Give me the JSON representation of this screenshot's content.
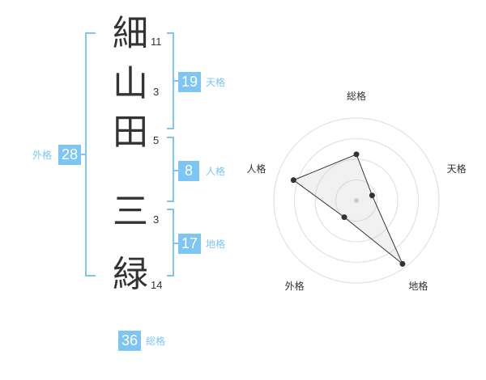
{
  "name": {
    "characters": [
      {
        "char": "細",
        "strokes": "11"
      },
      {
        "char": "山",
        "strokes": "3"
      },
      {
        "char": "田",
        "strokes": "5"
      },
      {
        "char": "三",
        "strokes": "3"
      },
      {
        "char": "緑",
        "strokes": "14"
      }
    ]
  },
  "kakusu": {
    "tenkaku": {
      "value": "19",
      "label": "天格"
    },
    "jinkaku": {
      "value": "8",
      "label": "人格"
    },
    "chikaku": {
      "value": "17",
      "label": "地格"
    },
    "gaikaku": {
      "value": "28",
      "label": "外格"
    },
    "soukaku": {
      "value": "36",
      "label": "総格"
    }
  },
  "colors": {
    "accent": "#7dc5f5",
    "text": "#333333",
    "grid": "#dddddd"
  },
  "chart_data": {
    "type": "radar",
    "axes": [
      "総格",
      "天格",
      "地格",
      "外格",
      "人格"
    ],
    "values": [
      0.56,
      0.2,
      0.95,
      0.25,
      0.8
    ],
    "rings": 4,
    "max": 1
  }
}
